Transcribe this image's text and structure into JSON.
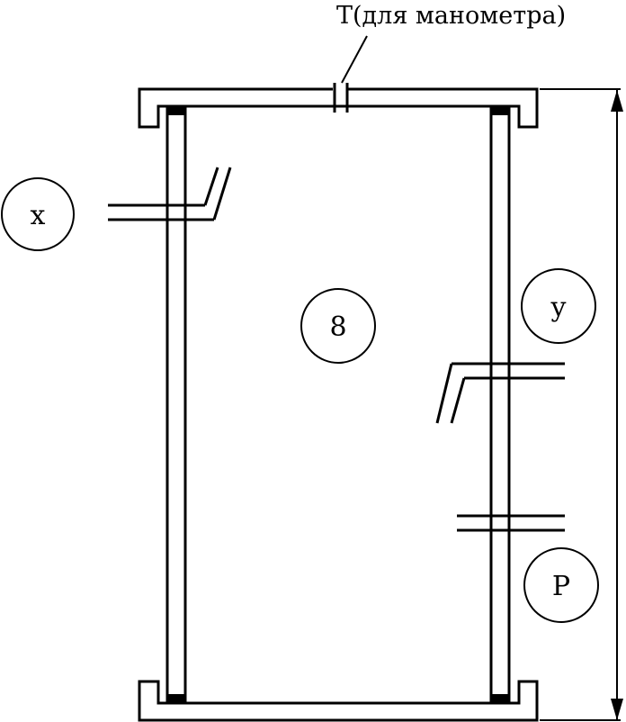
{
  "labels": {
    "top_fitting": "T(для манометра)",
    "inlet": "x",
    "chamber": "8",
    "outlet_upper": "y",
    "outlet_lower": "P"
  }
}
